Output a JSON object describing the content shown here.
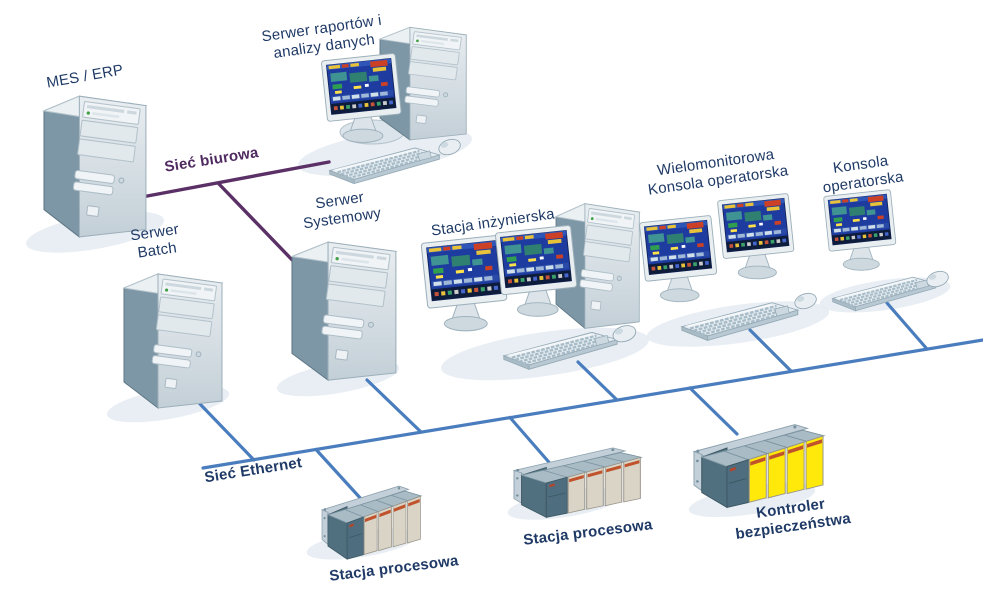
{
  "labels": {
    "mes_erp": "MES / ERP",
    "serwer_raportow_line1": "Serwer raportów i",
    "serwer_raportow_line2": "analizy danych",
    "siec_biurowa": "Sieć biurowa",
    "serwer_batch_line1": "Serwer",
    "serwer_batch_line2": "Batch",
    "serwer_systemowy_line1": "Serwer",
    "serwer_systemowy_line2": "Systemowy",
    "stacja_inzynierska": "Stacja inżynierska",
    "wielomonitorowa_line1": "Wielomonitorowa",
    "wielomonitorowa_line2": "Konsola operatorska",
    "konsola_line1": "Konsola",
    "konsola_line2": "operatorska",
    "siec_ethernet": "Sieć Ethernet",
    "stacja_procesowa_1": "Stacja procesowa",
    "stacja_procesowa_2": "Stacja procesowa",
    "kontroler_line1": "Kontroler",
    "kontroler_line2": "bezpieczeństwa"
  },
  "colors": {
    "office_network": "#5a3066",
    "office_label": "#4f2a60",
    "ethernet_network": "#4a7dbd",
    "label_navy": "#1f3a66",
    "safety_module_yellow": "#ffe90a",
    "process_module_beige": "#d9d4c6"
  }
}
